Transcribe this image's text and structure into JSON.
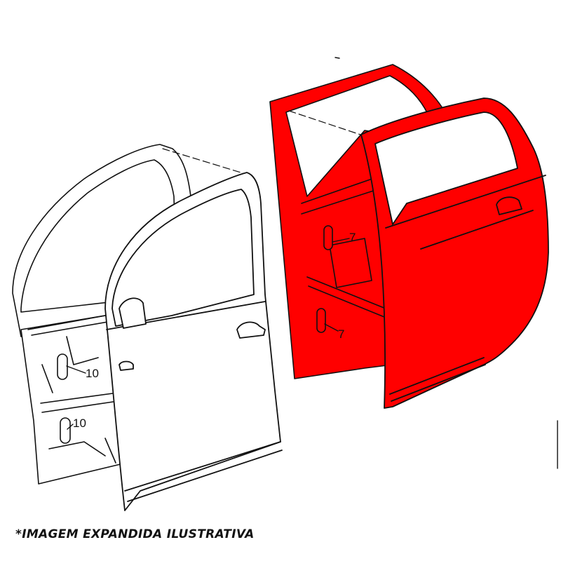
{
  "callouts": {
    "front_upper": "10",
    "front_lower": "10",
    "rear_upper": "7",
    "rear_lower": "7"
  },
  "footer_note": "*IMAGEM EXPANDIDA ILUSTRATIVA",
  "colors": {
    "highlight": "#ff0000",
    "outline": "#111111",
    "background": "#ffffff"
  }
}
